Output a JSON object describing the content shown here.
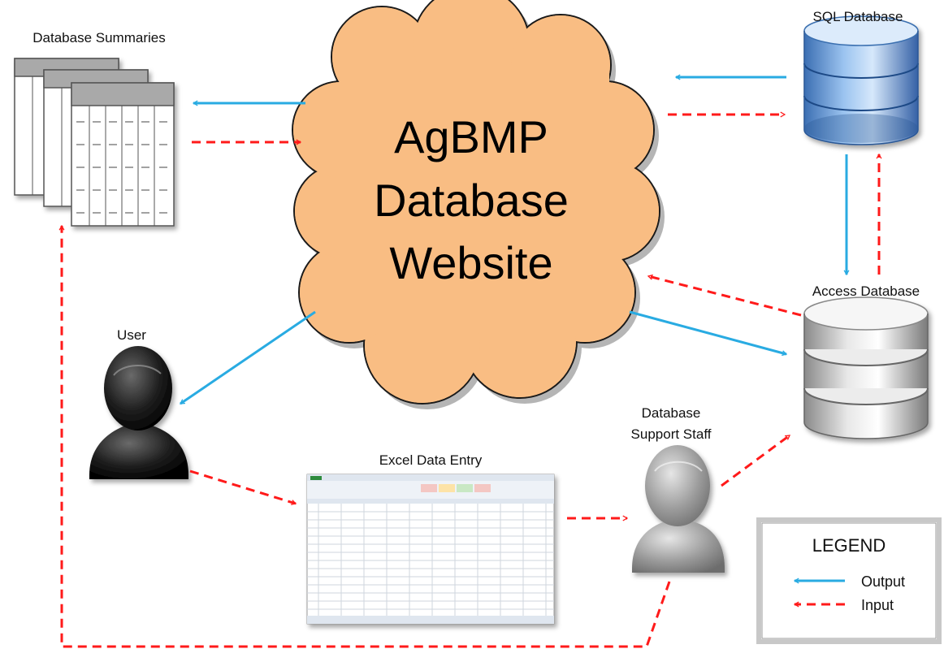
{
  "cloud": {
    "lines": [
      "AgBMP",
      "Database",
      "Website"
    ]
  },
  "nodes": {
    "database_summaries": "Database Summaries",
    "sql_database": "SQL Database",
    "access_database": "Access Database",
    "user": "User",
    "excel_data_entry": "Excel Data Entry",
    "support_staff": [
      "Database",
      "Support Staff"
    ]
  },
  "legend": {
    "title": "LEGEND",
    "output_label": "Output",
    "input_label": "Input"
  },
  "colors": {
    "output_arrow": "#29abe2",
    "input_arrow": "#ff1a1a",
    "cloud_fill": "#f9bd83"
  }
}
